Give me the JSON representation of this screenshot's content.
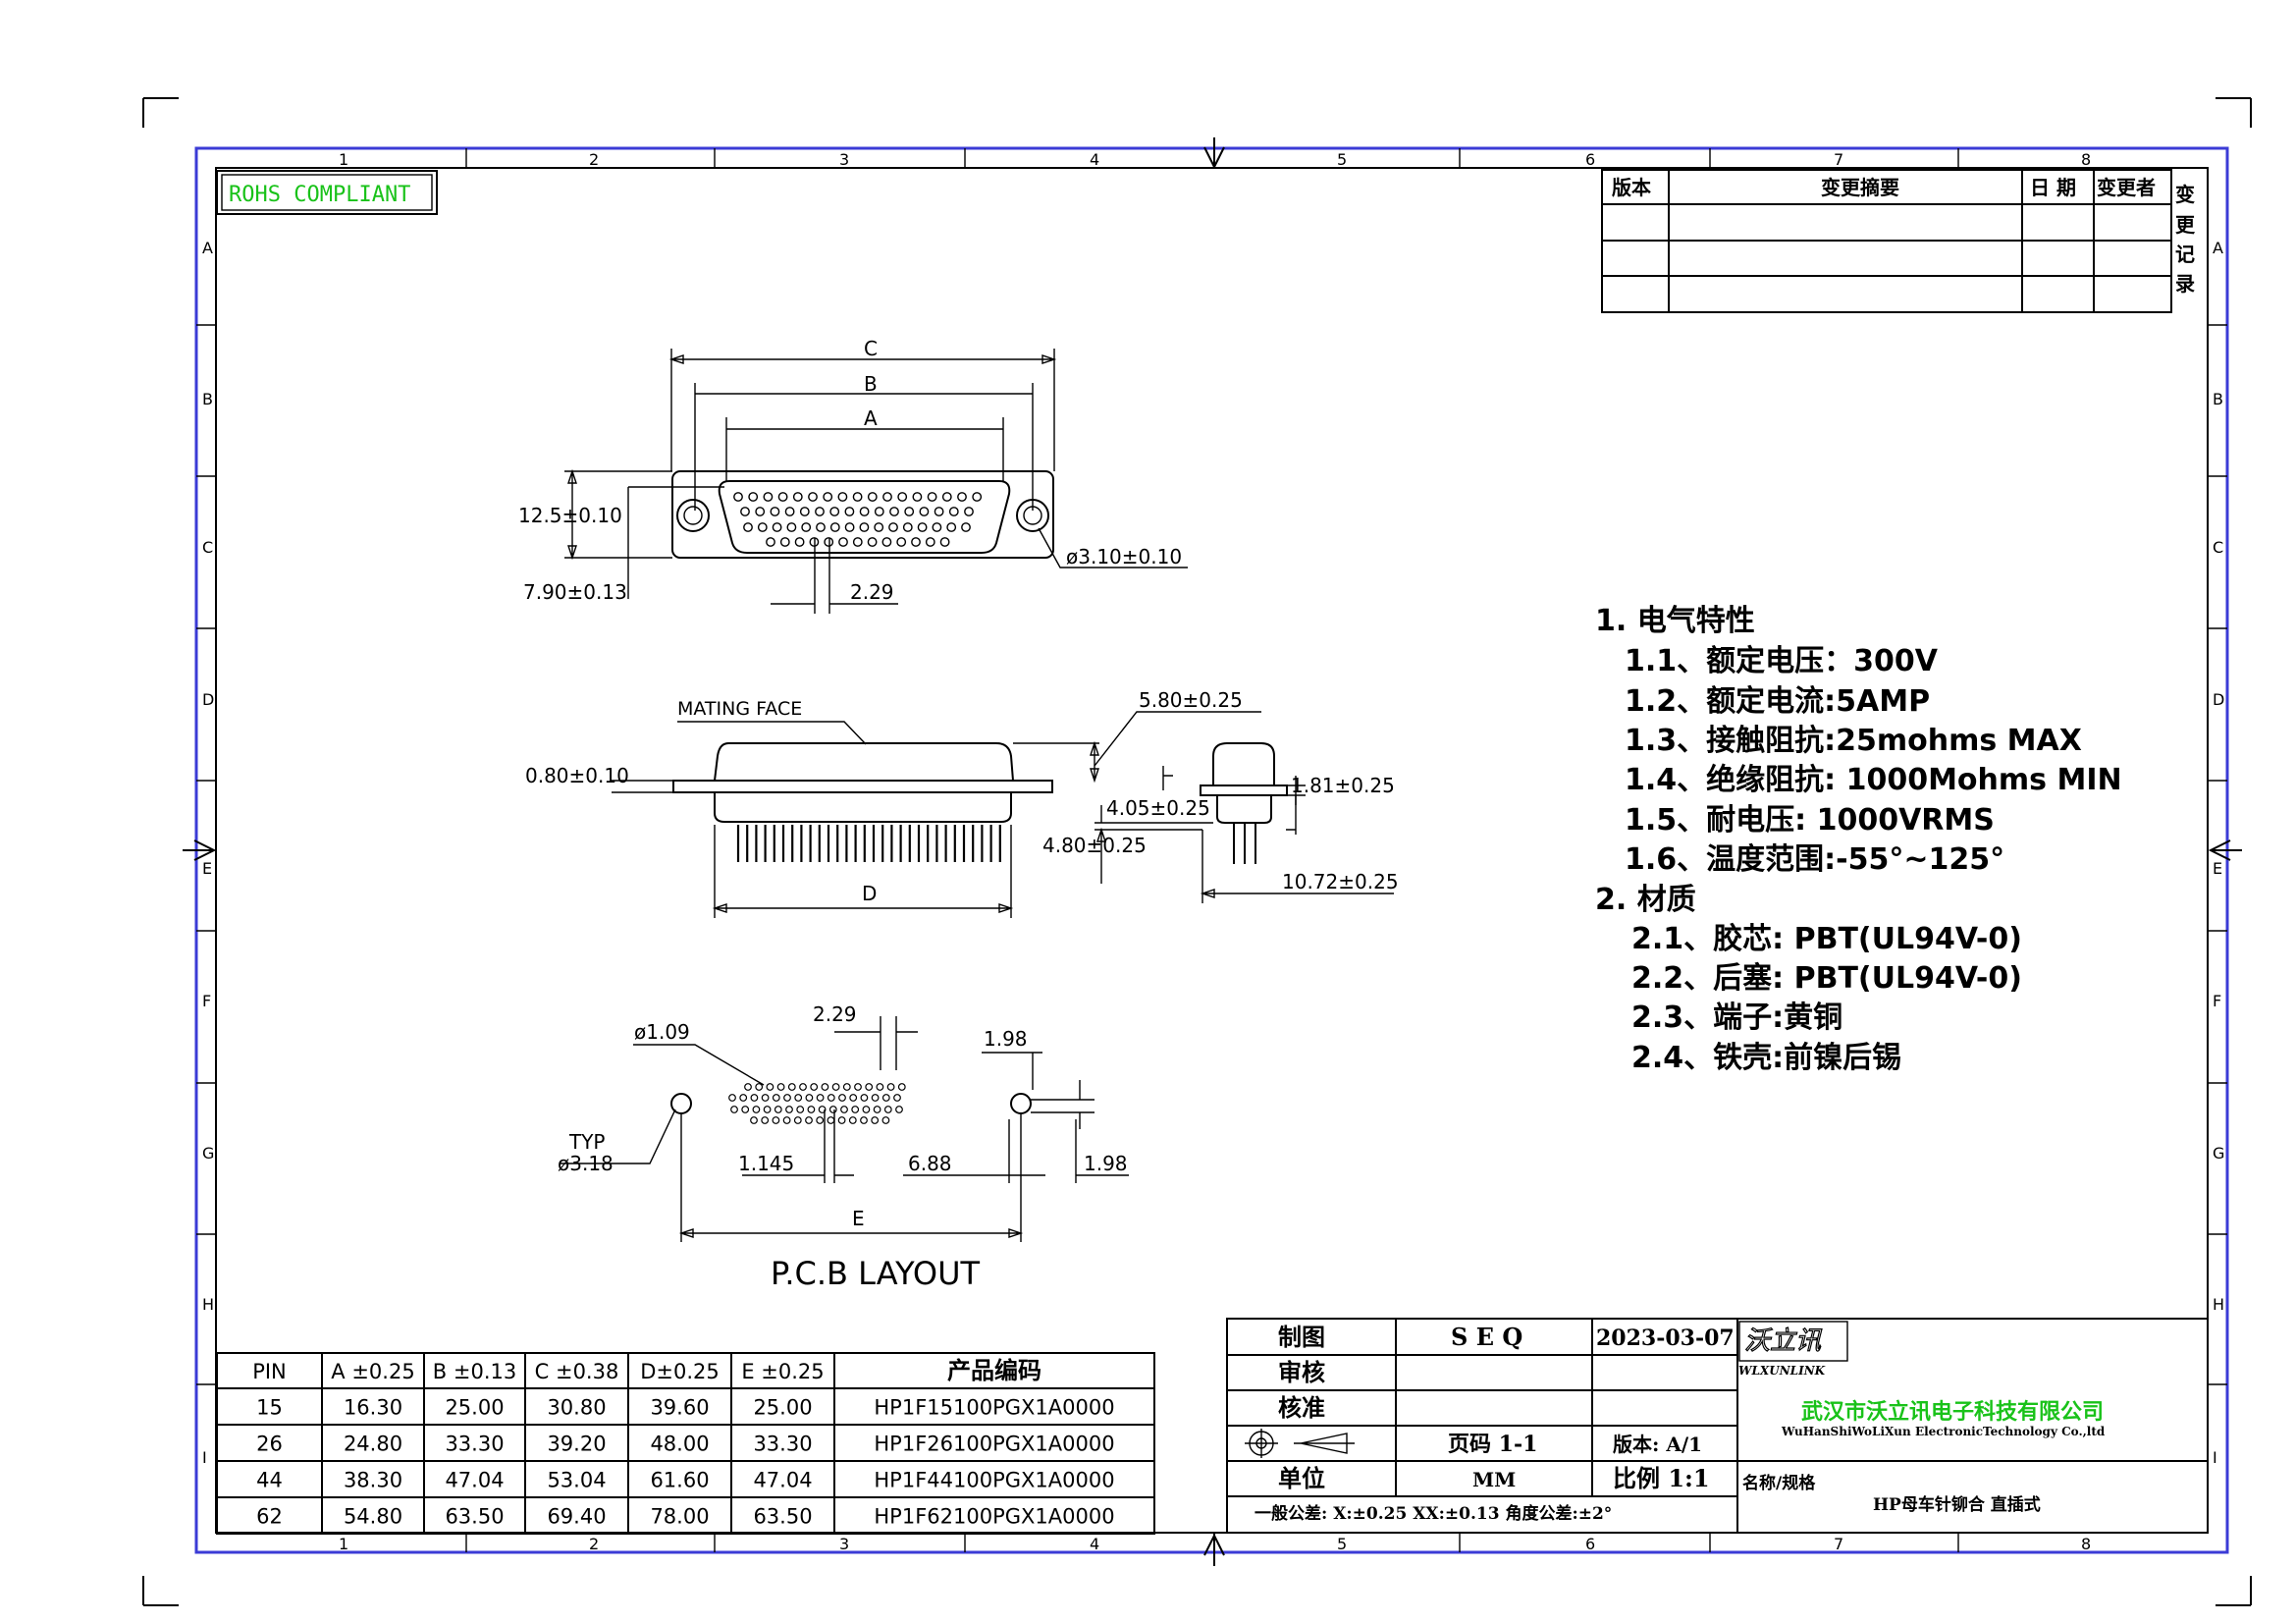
{
  "rohs": "ROHS COMPLIANT",
  "zones": {
    "cols": [
      "1",
      "2",
      "3",
      "4",
      "5",
      "6",
      "7",
      "8"
    ],
    "rows": [
      "A",
      "B",
      "C",
      "D",
      "E",
      "F",
      "G",
      "H",
      "I"
    ]
  },
  "revision": {
    "headers": [
      "版本",
      "变更摘要",
      "日 期",
      "变更者"
    ],
    "side": [
      "变",
      "更",
      "记",
      "录"
    ]
  },
  "top_view": {
    "dim_c": "C",
    "dim_b": "B",
    "dim_a": "A",
    "height": "12.5±0.10",
    "hole": "ø3.10±0.10",
    "offset": "7.90±0.13",
    "pitch": "2.29"
  },
  "side_view": {
    "mating_face": "MATING FACE",
    "shell": "5.80±0.25",
    "flange": "0.80±0.10",
    "dim_d": "D",
    "h1": "1.81±0.25",
    "h2": "4.05±0.25",
    "h3": "4.80±0.25",
    "w1": "10.72±0.25"
  },
  "pcb": {
    "pitch": "2.29",
    "pin_dia": "ø1.09",
    "row_gap": "1.98",
    "typ": "TYP",
    "mount_dia": "ø3.18",
    "offset_x": "1.145",
    "edge": "6.88",
    "row_gap2": "1.98",
    "dim_e": "E",
    "title": "P.C.B LAYOUT"
  },
  "specs": [
    "1. 电气特性",
    "1.1、额定电压：300V",
    "1.2、额定电流:5AMP",
    "1.3、接触阻抗:25mohms MAX",
    "1.4、绝缘阻抗: 1000Mohms MIN",
    "1.5、耐电压: 1000VRMS",
    "1.6、温度范围:-55°~125°",
    "2. 材质",
    "2.1、胶芯: PBT(UL94V-0)",
    "2.2、后塞: PBT(UL94V-0)",
    "2.3、端子:黄铜",
    "2.4、铁壳:前镍后锡"
  ],
  "table": {
    "headers": [
      "PIN",
      "A ±0.25",
      "B ±0.13",
      "C ±0.38",
      "D±0.25",
      "E ±0.25",
      "产品编码"
    ],
    "rows": [
      [
        "15",
        "16.30",
        "25.00",
        "30.80",
        "39.60",
        "25.00",
        "HP1F15100PGX1A0000"
      ],
      [
        "26",
        "24.80",
        "33.30",
        "39.20",
        "48.00",
        "33.30",
        "HP1F26100PGX1A0000"
      ],
      [
        "44",
        "38.30",
        "47.04",
        "53.04",
        "61.60",
        "47.04",
        "HP1F44100PGX1A0000"
      ],
      [
        "62",
        "54.80",
        "63.50",
        "69.40",
        "78.00",
        "63.50",
        "HP1F62100PGX1A0000"
      ]
    ]
  },
  "title_block": {
    "drawn_label": "制图",
    "drawn_value": "S E Q",
    "date": "2023-03-07",
    "check_label": "审核",
    "approve_label": "核准",
    "page": "页码 1-1",
    "version": "版本: A/1",
    "unit_label": "单位",
    "unit_value": "MM",
    "scale": "比例 1:1",
    "tolerance": "一般公差:  X:±0.25  XX:±0.13  角度公差:±2°",
    "logo": "沃立讯",
    "logo_sub": "WLXUNLINK",
    "company": "武汉市沃立讯电子科技有限公司",
    "company_en": "WuHanShiWoLiXun ElectronicTechnology Co.,ltd",
    "name_label": "名称/规格",
    "name_value": "HP母车针铆合  直插式"
  }
}
